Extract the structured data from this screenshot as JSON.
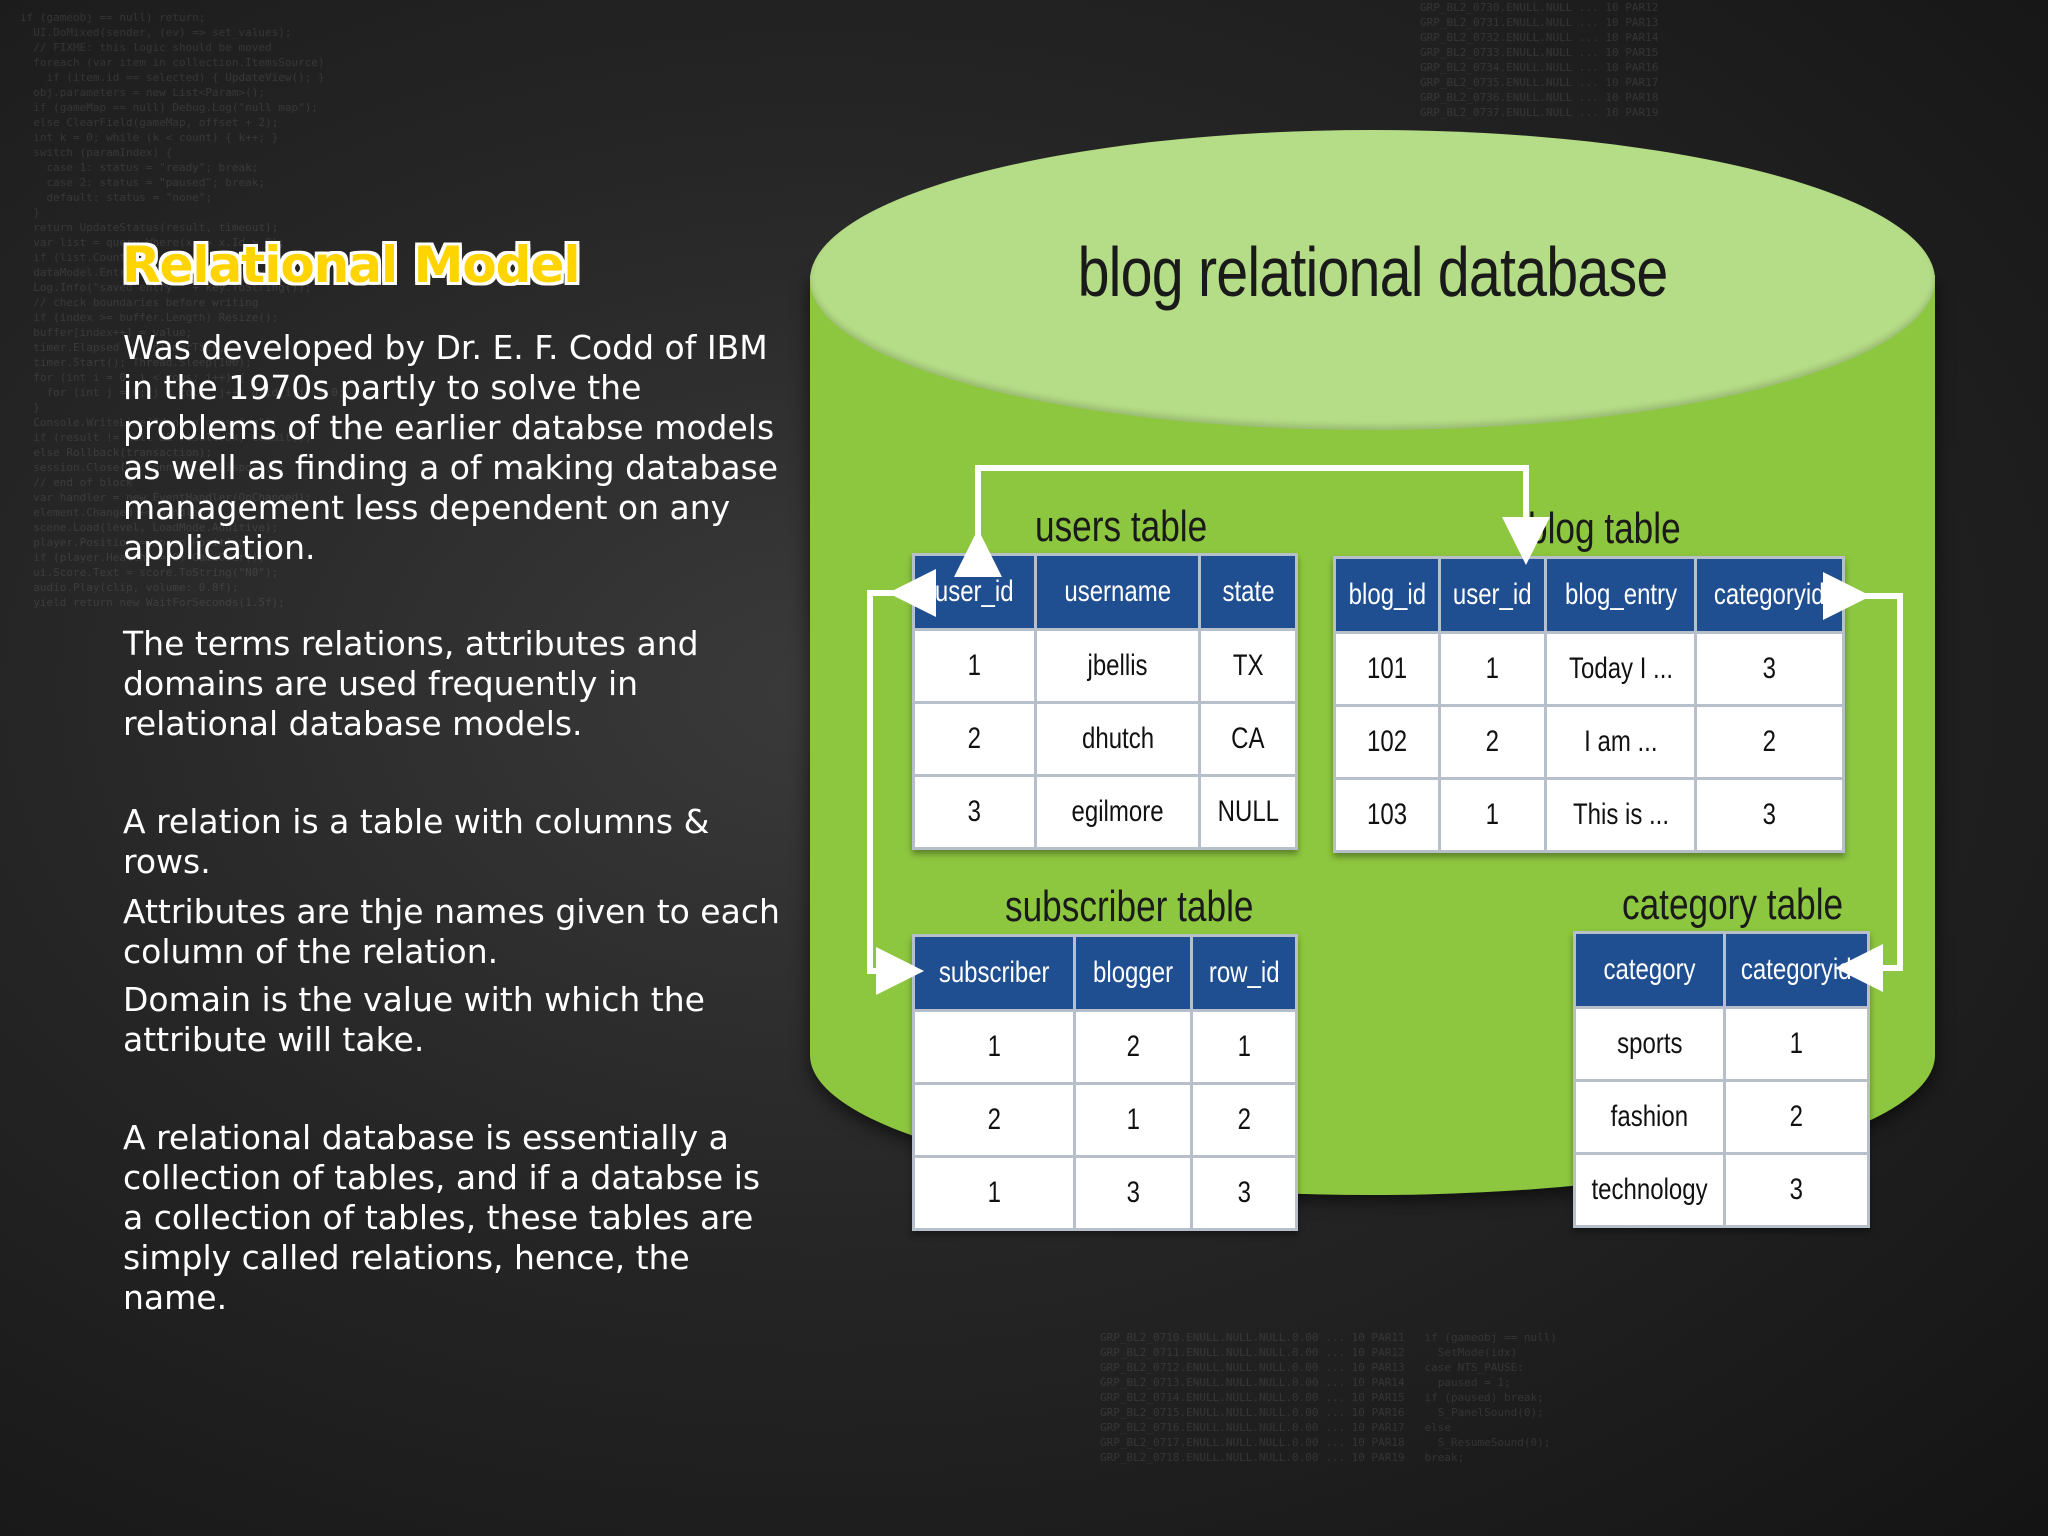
{
  "slide": {
    "title": "Relational Model",
    "paragraphs": [
      "Was developed by Dr. E. F. Codd of IBM in the 1970s partly to solve the problems of the earlier databse models as well as finding a of making database management less dependent on any application.",
      "The terms relations, attributes and domains are used frequently in relational database models.",
      "A relation is a table with columns  & rows.",
      "Attributes are thje names given to each column of the relation.",
      "Domain is the value with which the attribute will take.",
      "A relational database is essentially  a collection of tables, and if a databse is a collection of tables, these tables are simply called relations, hence, the name."
    ]
  },
  "diagram": {
    "title": "blog relational database",
    "colors": {
      "cylinder_body": "#8dc63f",
      "cylinder_top": "#b5dc86",
      "header": "#1f4e91",
      "arrow": "#ffffff"
    },
    "users_table": {
      "caption": "users table",
      "columns": [
        "user_id",
        "username",
        "state"
      ],
      "rows": [
        [
          "1",
          "jbellis",
          "TX"
        ],
        [
          "2",
          "dhutch",
          "CA"
        ],
        [
          "3",
          "egilmore",
          "NULL"
        ]
      ]
    },
    "blog_table": {
      "caption": "blog table",
      "columns": [
        "blog_id",
        "user_id",
        "blog_entry",
        "categoryid"
      ],
      "rows": [
        [
          "101",
          "1",
          "Today I ...",
          "3"
        ],
        [
          "102",
          "2",
          "I am ...",
          "2"
        ],
        [
          "103",
          "1",
          "This is ...",
          "3"
        ]
      ]
    },
    "subscriber_table": {
      "caption": "subscriber table",
      "columns": [
        "subscriber",
        "blogger",
        "row_id"
      ],
      "rows": [
        [
          "1",
          "2",
          "1"
        ],
        [
          "2",
          "1",
          "2"
        ],
        [
          "1",
          "3",
          "3"
        ]
      ]
    },
    "category_table": {
      "caption": "category table",
      "columns": [
        "category",
        "categoryid"
      ],
      "rows": [
        [
          "sports",
          "1"
        ],
        [
          "fashion",
          "2"
        ],
        [
          "technology",
          "3"
        ]
      ]
    }
  }
}
